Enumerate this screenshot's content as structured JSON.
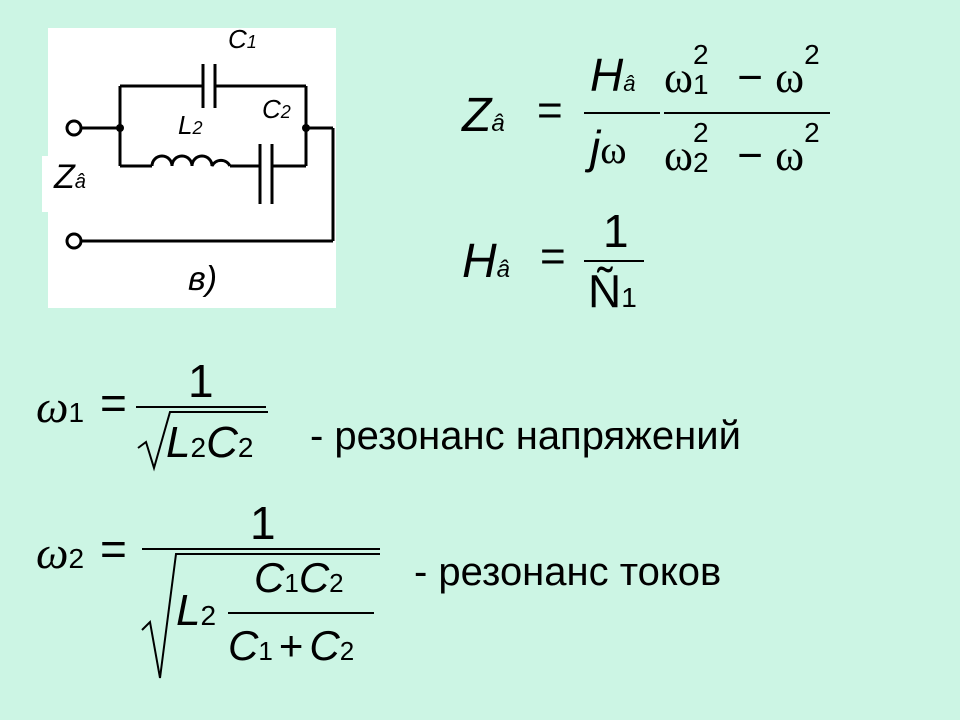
{
  "circuit": {
    "c1_label": "C",
    "c1_sub": "1",
    "c2_label": "C",
    "c2_sub": "2",
    "l2_label": "L",
    "l2_sub": "2",
    "z_label": "Z",
    "z_sub": "â",
    "caption": "в)"
  },
  "eq_z": {
    "lhs": "Z",
    "lhs_sub": "â",
    "eq": "=",
    "num_h": "H",
    "num_h_sub": "â",
    "den_j": "j",
    "den_w": "ω",
    "w1": "ω",
    "w1_sub": "1",
    "w1_sup": "2",
    "minus_top": "−",
    "w_top": "ω",
    "w_top_sup": "2",
    "w2": "ω",
    "w2_sub": "2",
    "w2_sup": "2",
    "minus_bot": "−",
    "w_bot": "ω",
    "w_bot_sup": "2"
  },
  "eq_h": {
    "lhs": "H",
    "lhs_sub": "â",
    "eq": "=",
    "num": "1",
    "den": "Ñ",
    "den_sub": "1"
  },
  "eq_w1": {
    "lhs": "ω",
    "lhs_sub": "1",
    "eq": "=",
    "num": "1",
    "den_l": "L",
    "den_l_sub": "2",
    "den_c": "C",
    "den_c_sub": "2",
    "remark": "- резонанс напряжений"
  },
  "eq_w2": {
    "lhs": "ω",
    "lhs_sub": "2",
    "eq": "=",
    "num": "1",
    "l": "L",
    "l_sub": "2",
    "in_num_c1": "C",
    "in_num_c1_sub": "1",
    "in_num_c2": "C",
    "in_num_c2_sub": "2",
    "in_den_c1": "C",
    "in_den_c1_sub": "1",
    "in_den_plus": "+",
    "in_den_c2": "C",
    "in_den_c2_sub": "2",
    "remark": "- резонанс токов"
  }
}
